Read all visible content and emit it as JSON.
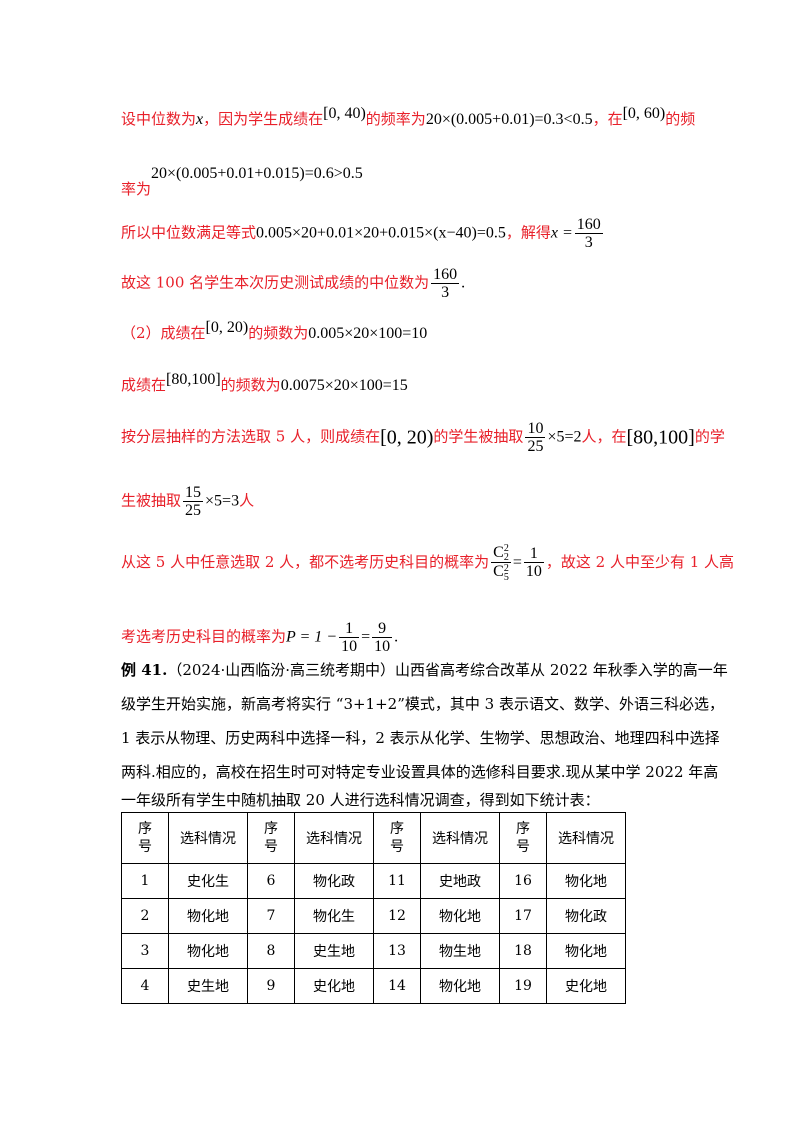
{
  "solution": {
    "l1": {
      "t1": "设中位数为",
      "t2": "，因为学生成绩在",
      "t3": "的频率为",
      "t4": "，在",
      "t5": "的频"
    },
    "l2": {
      "t1": "率为"
    },
    "l3": {
      "t1": "所以中位数满足等式",
      "t2": "，解得"
    },
    "l4": {
      "t1": "故这 100 名学生本次历史测试成绩的中位数为"
    },
    "l5": {
      "t1": "（2）成绩在",
      "t2": "的频数为"
    },
    "l6": {
      "t1": "成绩在",
      "t2": "的频数为"
    },
    "l7": {
      "t1": "按分层抽样的方法选取 5 人，则成绩在",
      "t2": "的学生被抽取",
      "t3": "人，在",
      "t4": "的学"
    },
    "l8": {
      "t1": "生被抽取",
      "t2": "人"
    },
    "l9": {
      "t1": "从这 5 人中任意选取 2 人，都不选考历史科目的概率为",
      "t2": "，故这 2 人中至少有 1 人高"
    },
    "l10": {
      "t1": "考选考历史科目的概率为"
    }
  },
  "example": {
    "label": "例 41.",
    "source": "（2024·山西临汾·高三统考期中）",
    "lines": [
      "山西省高考综合改革从 2022 年秋季入学的高一年",
      "级学生开始实施，新高考将实行 “3+1+2”模式，其中 3 表示语文、数学、外语三科必选，",
      "1 表示从物理、历史两科中选择一科，2 表示从化学、生物学、思想政治、地理四科中选择",
      "两科.相应的，高校在招生时可对特定专业设置具体的选修科目要求.现从某中学 2022 年高",
      "一年级所有学生中随机抽取 20 人进行选科情况调查，得到如下统计表："
    ]
  },
  "table": {
    "headers": {
      "no_top": "序",
      "no_bottom": "号",
      "selection": "选科情况"
    },
    "rows": [
      [
        {
          "no": "1",
          "sel": "史化生"
        },
        {
          "no": "6",
          "sel": "物化政"
        },
        {
          "no": "11",
          "sel": "史地政"
        },
        {
          "no": "16",
          "sel": "物化地"
        }
      ],
      [
        {
          "no": "2",
          "sel": "物化地"
        },
        {
          "no": "7",
          "sel": "物化生"
        },
        {
          "no": "12",
          "sel": "物化地"
        },
        {
          "no": "17",
          "sel": "物化政"
        }
      ],
      [
        {
          "no": "3",
          "sel": "物化地"
        },
        {
          "no": "8",
          "sel": "史生地"
        },
        {
          "no": "13",
          "sel": "物生地"
        },
        {
          "no": "18",
          "sel": "物化地"
        }
      ],
      [
        {
          "no": "4",
          "sel": "史生地"
        },
        {
          "no": "9",
          "sel": "史化地"
        },
        {
          "no": "14",
          "sel": "物化地"
        },
        {
          "no": "19",
          "sel": "史化地"
        }
      ]
    ]
  },
  "math": {
    "x": "x",
    "int040": "[0, 40)",
    "freq040": "20×(0.005+0.01)=0.3<0.5",
    "int060": "[0, 60)",
    "freq060": "20×(0.005+0.01+0.015)=0.6>0.5",
    "eq_median": "0.005×20+0.01×20+0.015×(x−40)=0.5",
    "x_eq": "x =",
    "median_num": "160",
    "median_den": "3",
    "int020": "[0, 20)",
    "count020": "0.005×20×100=10",
    "int80100": "[80,100]",
    "count80100": "0.0075×20×100=15",
    "f1_num": "10",
    "f1_den": "25",
    "f1_rest": "×5=2",
    "f2_num": "15",
    "f2_den": "25",
    "f2_rest": "×5=3",
    "c_num": "C",
    "c_den": "C",
    "c_sub_num": "2",
    "c_sup_num": "2",
    "c_sub_den": "5",
    "c_sup_den": "2",
    "eq": "=",
    "one": "1",
    "ten": "10",
    "p_eq": "P = 1 −",
    "nine": "9",
    "dot": "."
  }
}
